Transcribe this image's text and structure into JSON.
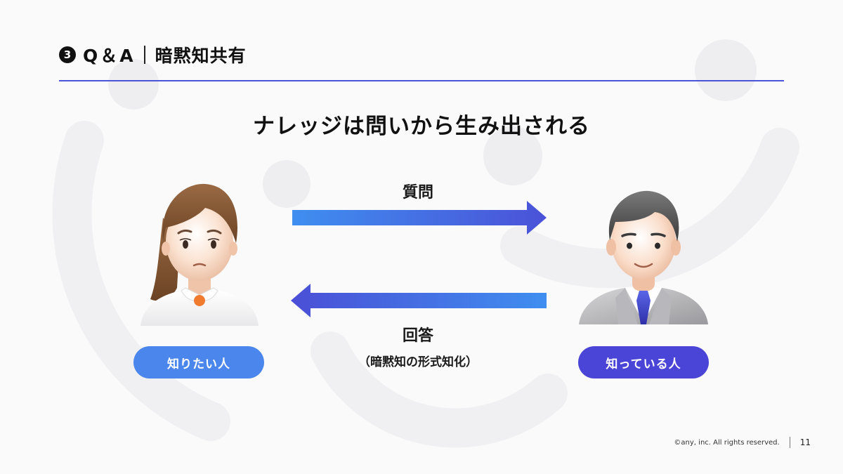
{
  "header": {
    "section_number": "3",
    "section_title": "Q＆A",
    "section_subtitle": "暗黙知共有"
  },
  "main_message": "ナレッジは問いから生み出される",
  "flow": {
    "question_label": "質問",
    "answer_label": "回答",
    "answer_note": "（暗黙知の形式知化）"
  },
  "roles": {
    "asker": "知りたい人",
    "knower": "知っている人"
  },
  "footer": {
    "copyright": "©any, inc. All rights reserved.",
    "page_number": "11"
  },
  "colors": {
    "accent_rule": "#4a54d8",
    "asker_blue": "#4b86ec",
    "knower_indigo": "#4a45d6"
  }
}
